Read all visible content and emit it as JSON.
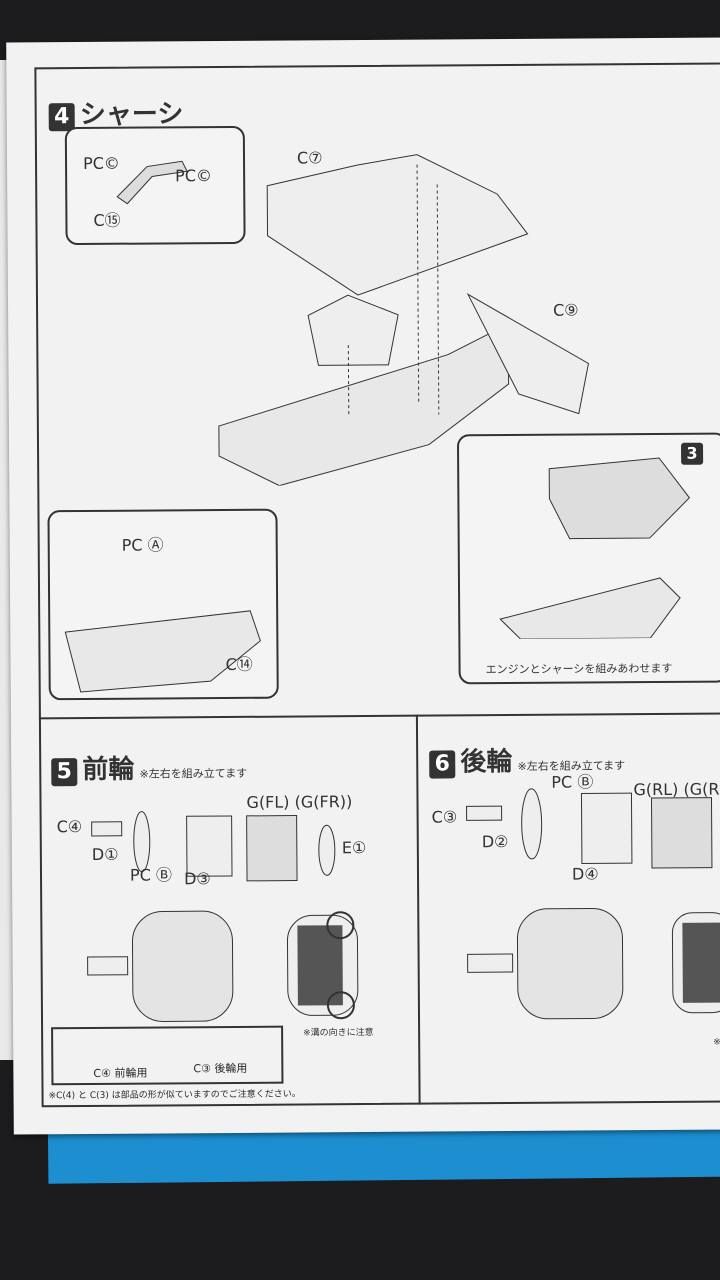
{
  "step4": {
    "number": "4",
    "title": "シャーシ",
    "labels": {
      "c7": "C⑦",
      "c9": "C⑨",
      "pc_c_left": "PC©",
      "pc_c_right": "PC©",
      "c15": "C⑮",
      "pc_a": "PC Ⓐ",
      "c14": "C⑭",
      "engine_badge": "3",
      "engine_caption": "エンジンとシャーシを組みあわせます"
    }
  },
  "step5": {
    "number": "5",
    "title": "前輪",
    "note": "※左右を組み立てます",
    "labels": {
      "c4": "C④",
      "d1": "D①",
      "pc_b": "PC Ⓑ",
      "d3": "D③",
      "g": "G(FL) (G(FR))",
      "e1": "E①"
    },
    "groove_note": "※溝の向きに注意",
    "legend": {
      "c4": "C④ 前輪用",
      "c3": "C③ 後輪用"
    },
    "footnote": "※C(4) と C(3) は部品の形が似ていますのでご注意ください。"
  },
  "step6": {
    "number": "6",
    "title": "後輪",
    "note": "※左右を組み立てます",
    "labels": {
      "pc_b": "PC Ⓑ",
      "g": "G(RL) (G(RR))",
      "c3": "C③",
      "d2": "D②",
      "d4": "D④"
    },
    "corner_note": "※"
  }
}
